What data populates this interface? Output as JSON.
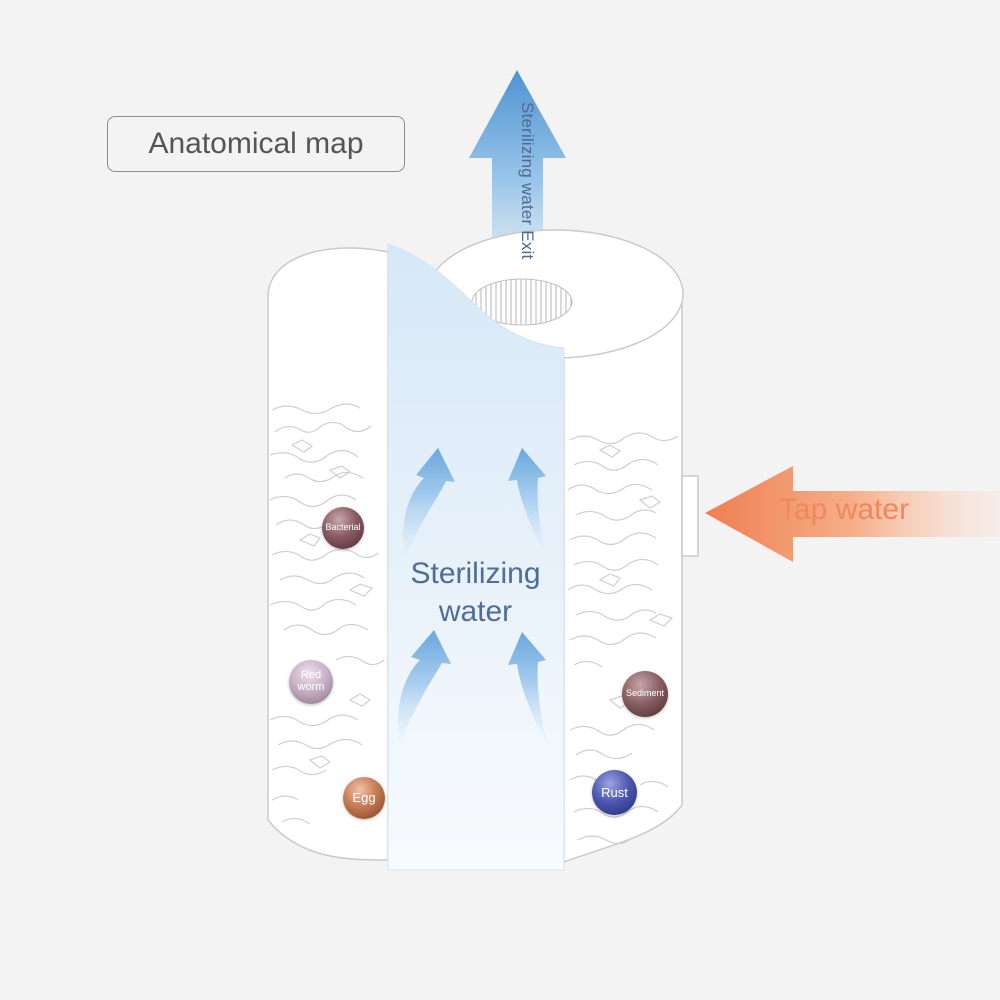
{
  "title": "Anatomical map",
  "labels": {
    "exit": "Sterilizing water Exit",
    "center_line1": "Sterilizing",
    "center_line2": "water",
    "tap_water": "Tap water"
  },
  "contaminants": {
    "bacterial": "Bacterial",
    "red_worm_line1": "Red",
    "red_worm_line2": "worm",
    "egg": "Egg",
    "sediment": "Sediment",
    "rust": "Rust"
  },
  "colors": {
    "background": "#f3f3f3",
    "clean_water_blue": "#5b9fd6",
    "tap_water_orange": "#f0885d",
    "label_blue": "#4e6d98",
    "outline_gray": "#c4c4c4"
  }
}
